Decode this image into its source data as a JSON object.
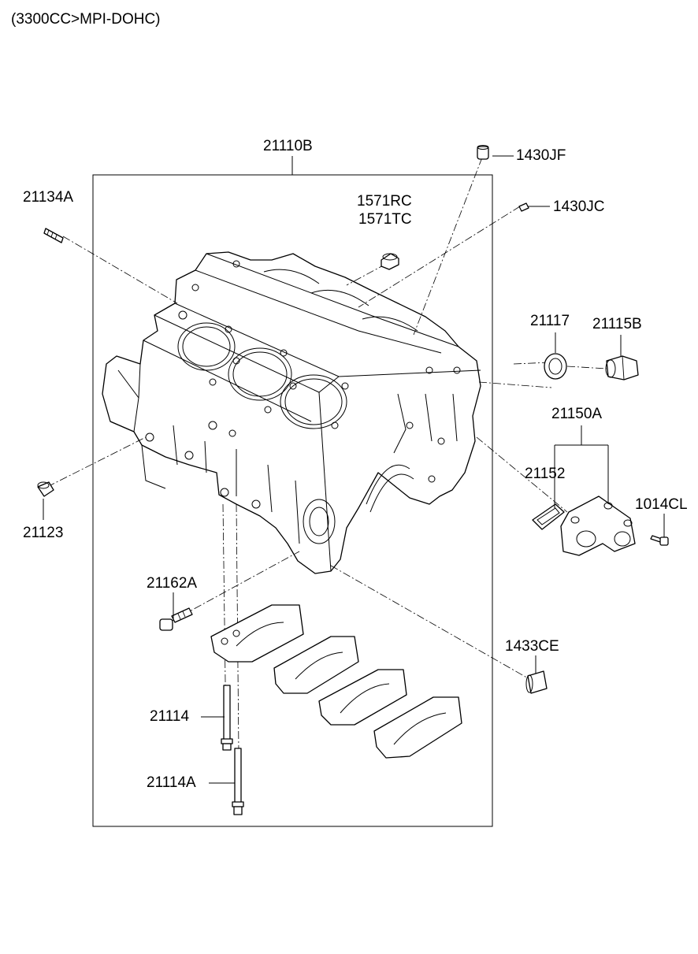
{
  "header": "(3300CC>MPI-DOHC)",
  "labels": {
    "p21110B": "21110B",
    "p21134A": "21134A",
    "p1571RC": "1571RC",
    "p1571TC": "1571TC",
    "p1430JF": "1430JF",
    "p1430JC": "1430JC",
    "p21117": "21117",
    "p21115B": "21115B",
    "p21150A": "21150A",
    "p21152": "21152",
    "p1014CL": "1014CL",
    "p21123": "21123",
    "p21162A": "21162A",
    "p1433CE": "1433CE",
    "p21114": "21114",
    "p21114A": "21114A"
  }
}
